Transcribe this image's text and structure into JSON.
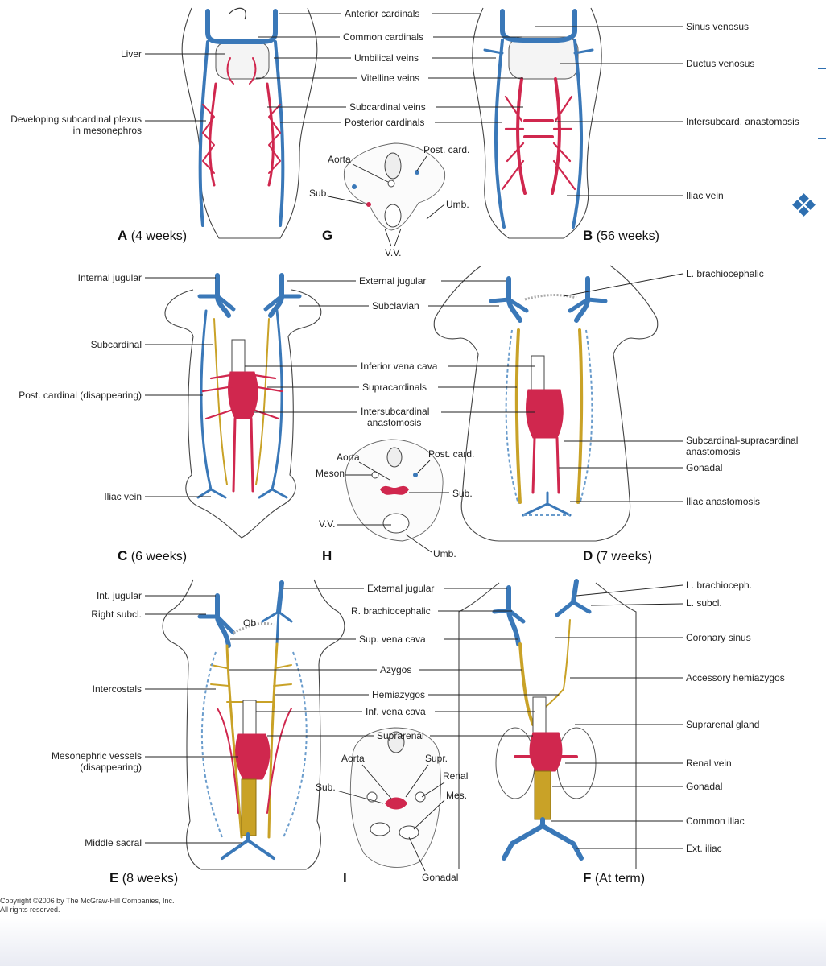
{
  "panels": {
    "A": {
      "letter": "A",
      "age": "(4 weeks)"
    },
    "B": {
      "letter": "B",
      "age": "(56 weeks)"
    },
    "C": {
      "letter": "C",
      "age": "(6 weeks)"
    },
    "D": {
      "letter": "D",
      "age": "(7 weeks)"
    },
    "E": {
      "letter": "E",
      "age": "(8 weeks)"
    },
    "F": {
      "letter": "F",
      "age": "(At term)"
    },
    "G": {
      "letter": "G"
    },
    "H": {
      "letter": "H"
    },
    "I": {
      "letter": "I"
    }
  },
  "labels": {
    "anterior_cardinals": "Anterior cardinals",
    "common_cardinals": "Common cardinals",
    "umbilical_veins": "Umbilical veins",
    "vitelline_veins": "Vitelline veins",
    "subcardinal_veins": "Subcardinal veins",
    "posterior_cardinals": "Posterior cardinals",
    "liver": "Liver",
    "developing_subcardinal_1": "Developing subcardinal plexus",
    "developing_subcardinal_2": "in mesonephros",
    "sinus_venosus": "Sinus venosus",
    "ductus_venosus": "Ductus venosus",
    "intersubcard_anastomosis": "Intersubcard. anastomosis",
    "iliac_vein_b": "Iliac vein",
    "g_aorta": "Aorta",
    "g_post_card": "Post. card.",
    "g_sub": "Sub.",
    "g_umb": "Umb.",
    "g_vv": "V.V.",
    "internal_jugular": "Internal jugular",
    "subcardinal": "Subcardinal",
    "post_cardinal_disappearing": "Post. cardinal (disappearing)",
    "iliac_vein_c": "Iliac vein",
    "external_jugular_c": "External jugular",
    "subclavian": "Subclavian",
    "inferior_vena_cava": "Inferior vena cava",
    "supracardinals": "Supracardinals",
    "intersubcardinal_1": "Intersubcardinal",
    "intersubcardinal_2": "anastomosis",
    "l_brachiocephalic": "L. brachiocephalic",
    "subcardinal_supracardinal_1": "Subcardinal-supracardinal",
    "subcardinal_supracardinal_2": "anastomosis",
    "gonadal_d": "Gonadal",
    "iliac_anastomosis": "Iliac anastomosis",
    "h_aorta": "Aorta",
    "h_meson": "Meson",
    "h_post_card": "Post. card.",
    "h_sub": "Sub.",
    "h_vv": "V.V.",
    "h_umb": "Umb.",
    "int_jugular": "Int. jugular",
    "right_subcl": "Right subcl.",
    "ob": "Ob",
    "intercostals": "Intercostals",
    "mesonephric_1": "Mesonephric vessels",
    "mesonephric_2": "(disappearing)",
    "middle_sacral": "Middle sacral",
    "external_jugular_e": "External jugular",
    "r_brachiocephalic": "R. brachiocephalic",
    "sup_vena_cava": "Sup. vena cava",
    "azygos": "Azygos",
    "hemiazygos": "Hemiazygos",
    "inf_vena_cava": "Inf. vena cava",
    "suprarenal": "Suprarenal",
    "l_brachioceph": "L. brachioceph.",
    "l_subcl": "L. subcl.",
    "coronary_sinus": "Coronary sinus",
    "accessory_hemiazygos": "Accessory hemiazygos",
    "suprarenal_gland": "Suprarenal gland",
    "renal_vein": "Renal vein",
    "gonadal_f": "Gonadal",
    "common_iliac": "Common iliac",
    "ext_iliac": "Ext. iliac",
    "i_aorta": "Aorta",
    "i_supr": "Supr.",
    "i_renal": "Renal",
    "i_sub": "Sub.",
    "i_mes": "Mes.",
    "i_gonadal": "Gonadal"
  },
  "copyright": {
    "line1": "Copyright ©2006 by The McGraw-Hill Companies, Inc.",
    "line2": "All rights reserved."
  },
  "colors": {
    "vein_blue": "#3a78b8",
    "subcardinal_red": "#d0274e",
    "supracardinal_gold": "#c9a227"
  }
}
